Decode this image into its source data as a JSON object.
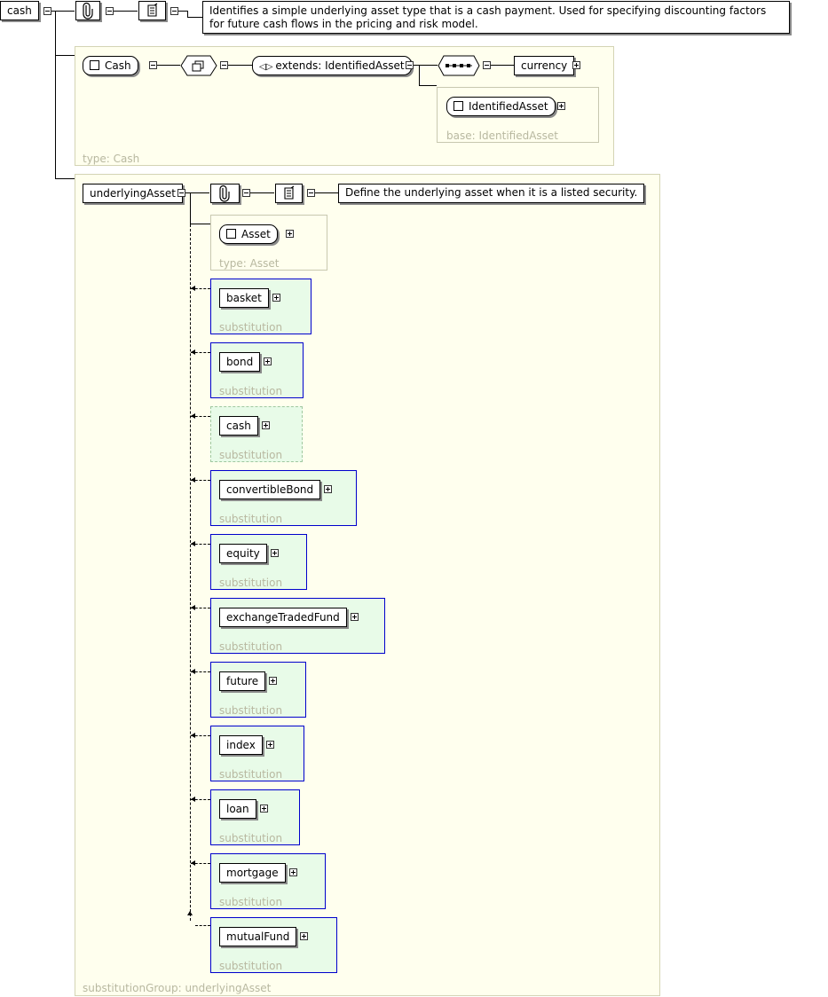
{
  "root": {
    "label": "cash",
    "documentation": "Identifies a simple underlying asset type that is a cash payment. Used for specifying discounting factors for future cash flows in the pricing and risk model."
  },
  "cash_type": {
    "complex_type_label": "Cash",
    "extends_label": "extends: IdentifiedAsset",
    "element_label": "currency",
    "base_label": "IdentifiedAsset",
    "base_caption": "base: IdentifiedAsset",
    "type_caption": "type: Cash"
  },
  "underlying": {
    "label": "underlyingAsset",
    "documentation": "Define the underlying asset when it is a listed security.",
    "asset_label": "Asset",
    "asset_caption": "type: Asset",
    "group_caption": "substitutionGroup: underlyingAsset",
    "substitution_caption": "substitution",
    "substitutions": [
      {
        "label": "basket"
      },
      {
        "label": "bond"
      },
      {
        "label": "cash"
      },
      {
        "label": "convertibleBond"
      },
      {
        "label": "equity"
      },
      {
        "label": "exchangeTradedFund"
      },
      {
        "label": "future"
      },
      {
        "label": "index"
      },
      {
        "label": "loan"
      },
      {
        "label": "mortgage"
      },
      {
        "label": "mutualFund"
      }
    ]
  },
  "colors": {
    "pane_background": "#ffffee",
    "substitution_background": "#e8fbe8",
    "substitution_border": "#0000cc",
    "caption_text": "#b8b8a0"
  }
}
